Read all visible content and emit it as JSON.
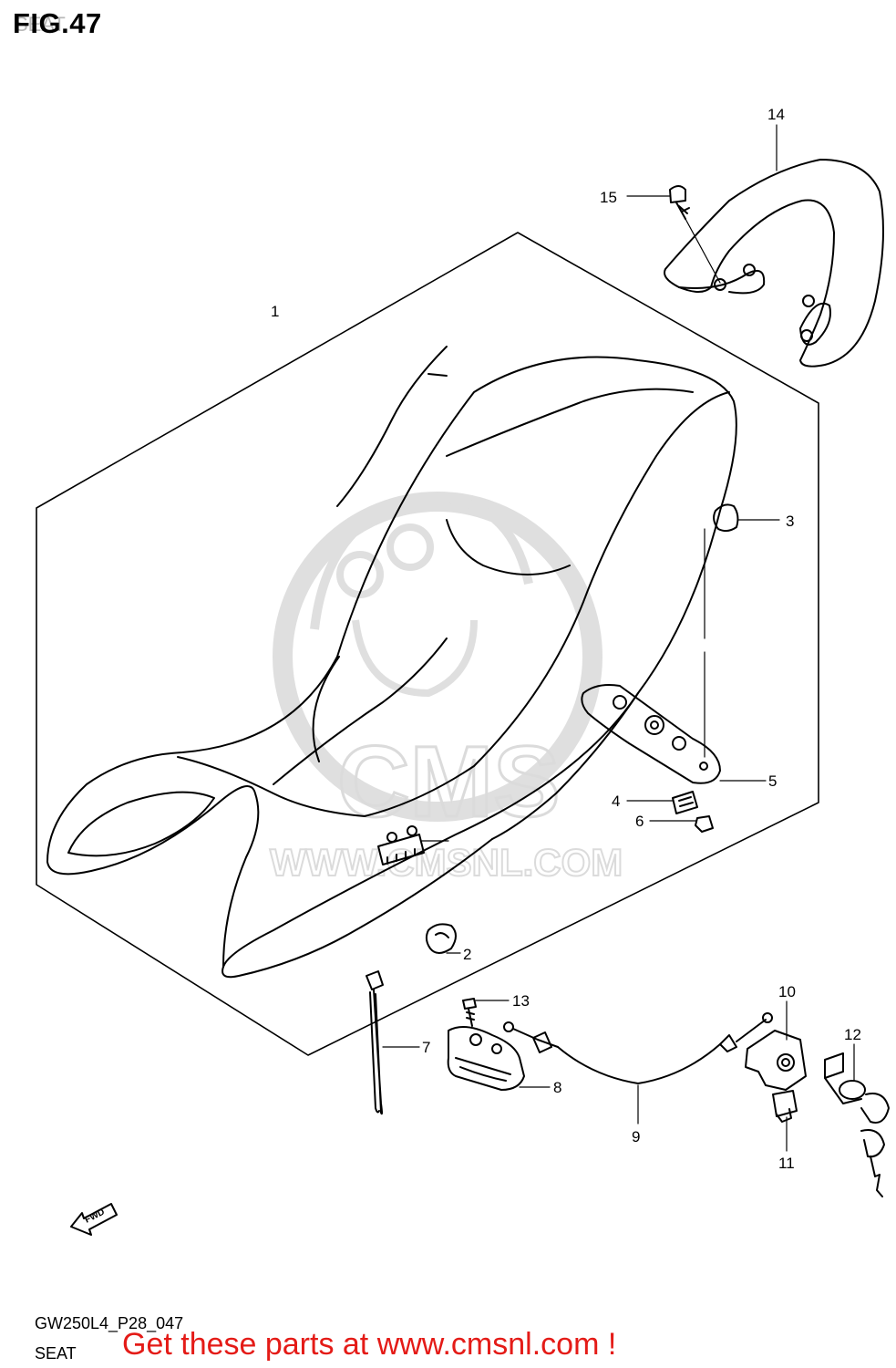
{
  "header": {
    "figure": "FIG.47",
    "subtitle": "SEAT"
  },
  "watermark": {
    "brand": "CMS",
    "url": "WWW.CMSNL.COM"
  },
  "callouts": [
    "1",
    "2",
    "3",
    "4",
    "5",
    "6",
    "7",
    "8",
    "9",
    "10",
    "11",
    "12",
    "13",
    "14",
    "15"
  ],
  "fwd_label": "FWD",
  "footer": {
    "code": "GW250L4_P28_047",
    "title": "SEAT",
    "promo": "Get these parts at www.cmsnl.com !"
  }
}
